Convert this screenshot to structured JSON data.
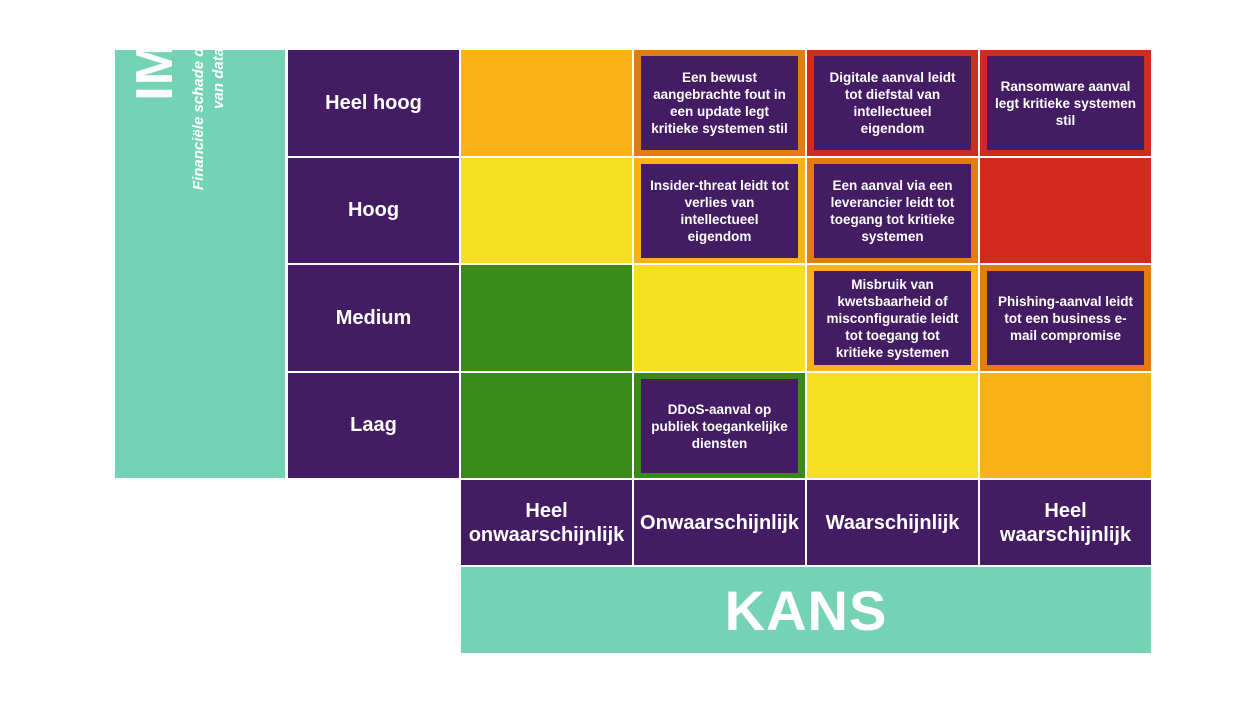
{
  "colors": {
    "purple": "#431c64",
    "teal": "#74d3b5",
    "green": "#3a8a17",
    "yellow": "#f7df22",
    "amber": "#fbb217",
    "orange": "#e37c0e",
    "red": "#d4291e"
  },
  "impact": {
    "title": "IMPACT",
    "subtitle": "Financiële schade door bijv. Reputatieschade, verlies van data, impact medewerkers"
  },
  "kans": {
    "title": "KANS"
  },
  "rows": [
    "Heel hoog",
    "Hoog",
    "Medium",
    "Laag"
  ],
  "columns": [
    "Heel onwaarschijnlijk",
    "Onwaarschijnlijk",
    "Waarschijnlijk",
    "Heel waarschijnlijk"
  ],
  "grid_levels": [
    [
      "amber",
      "orange",
      "red",
      "red"
    ],
    [
      "yellow",
      "amber",
      "orange",
      "red"
    ],
    [
      "green",
      "yellow",
      "amber",
      "orange"
    ],
    [
      "green",
      "green",
      "yellow",
      "amber"
    ]
  ],
  "risks": [
    {
      "row": 0,
      "col": 1,
      "text": "Een bewust aangebrachte fout in een update legt kritieke systemen stil"
    },
    {
      "row": 0,
      "col": 2,
      "text": "Digitale aanval leidt tot diefstal van intellectueel eigendom"
    },
    {
      "row": 0,
      "col": 3,
      "text": "Ransomware aanval legt kritieke systemen stil"
    },
    {
      "row": 1,
      "col": 1,
      "text": "Insider-threat leidt tot verlies van intellectueel eigendom"
    },
    {
      "row": 1,
      "col": 2,
      "text": "Een aanval via een leverancier leidt tot toegang tot kritieke systemen"
    },
    {
      "row": 2,
      "col": 2,
      "text": "Misbruik van kwetsbaarheid of misconfiguratie leidt tot toegang tot kritieke systemen"
    },
    {
      "row": 2,
      "col": 3,
      "text": "Phishing-aanval leidt tot een business e-mail compromise"
    },
    {
      "row": 3,
      "col": 1,
      "text": "DDoS-aanval op publiek toegankelijke diensten"
    }
  ]
}
